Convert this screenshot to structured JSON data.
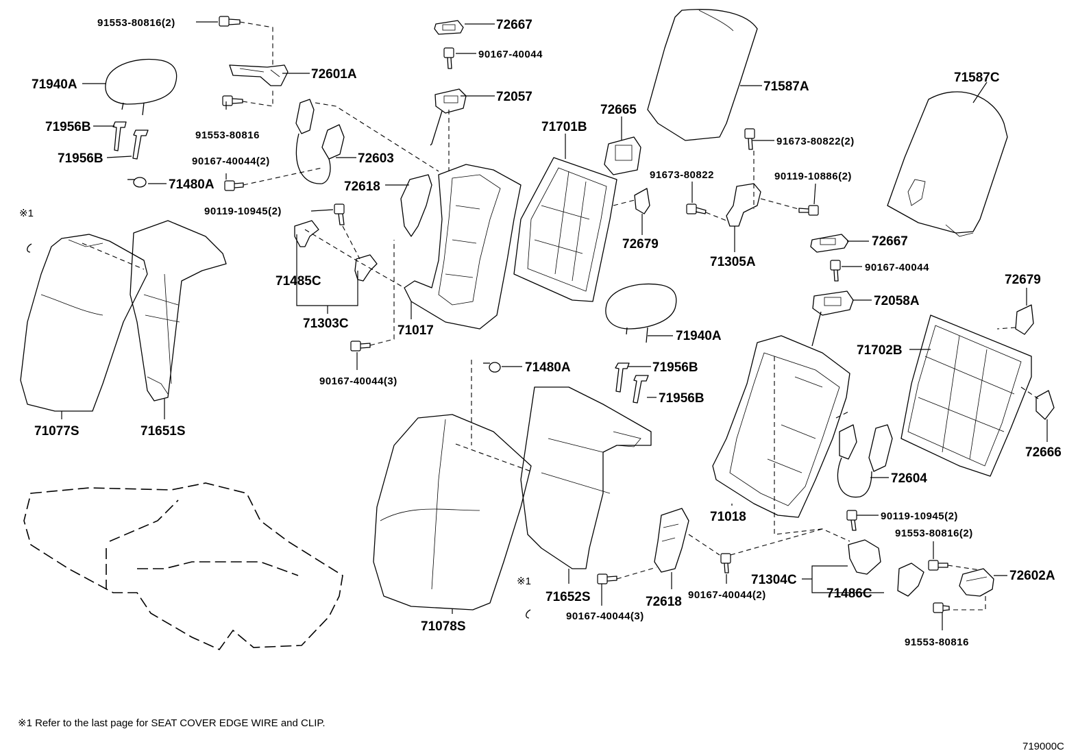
{
  "labels": {
    "p91553_80816_2_top": "91553-80816(2)",
    "p72667_top": "72667",
    "p90167_40044_top": "90167-40044",
    "p71587A": "71587A",
    "p71587C": "71587C",
    "p71940A_left": "71940A",
    "p72601A": "72601A",
    "p72057": "72057",
    "p72665": "72665",
    "p71956B_1": "71956B",
    "p71956B_2": "71956B",
    "p91553_80816_top": "91553-80816",
    "p71701B": "71701B",
    "p91673_80822_2": "91673-80822(2)",
    "p90167_40044_2_a": "90167-40044(2)",
    "p72603": "72603",
    "p91673_80822": "91673-80822",
    "p90119_10886_2": "90119-10886(2)",
    "p71480A_left": "71480A",
    "p72618_top": "72618",
    "p90119_10945_2_left": "90119-10945(2)",
    "p72679_mid": "72679",
    "p71305A": "71305A",
    "p72667_right": "72667",
    "p90167_40044_right": "90167-40044",
    "p71485C": "71485C",
    "p72679_right": "72679",
    "p72058A": "72058A",
    "p71303C": "71303C",
    "p71017": "71017",
    "p71940A_mid": "71940A",
    "p71702B": "71702B",
    "p71480A_mid": "71480A",
    "p71956B_3": "71956B",
    "p90167_40044_3_a": "90167-40044(3)",
    "p71956B_4": "71956B",
    "p71077S": "71077S",
    "p71651S": "71651S",
    "p72666": "72666",
    "p72604": "72604",
    "p71018": "71018",
    "p90119_10945_2_right": "90119-10945(2)",
    "p91553_80816_2_right": "91553-80816(2)",
    "p72602A": "72602A",
    "p71304C": "71304C",
    "p71652S": "71652S",
    "p90167_40044_2_b": "90167-40044(2)",
    "p71486C": "71486C",
    "p72618_bottom": "72618",
    "p90167_40044_3_b": "90167-40044(3)",
    "p71078S": "71078S",
    "p91553_80816_bottom": "91553-80816"
  },
  "notes": {
    "mark_left": "※1",
    "mark_mid": "※1",
    "footnote": "※1  Refer to the last page for SEAT COVER EDGE WIRE and CLIP.",
    "diagram_code": "719000C"
  }
}
